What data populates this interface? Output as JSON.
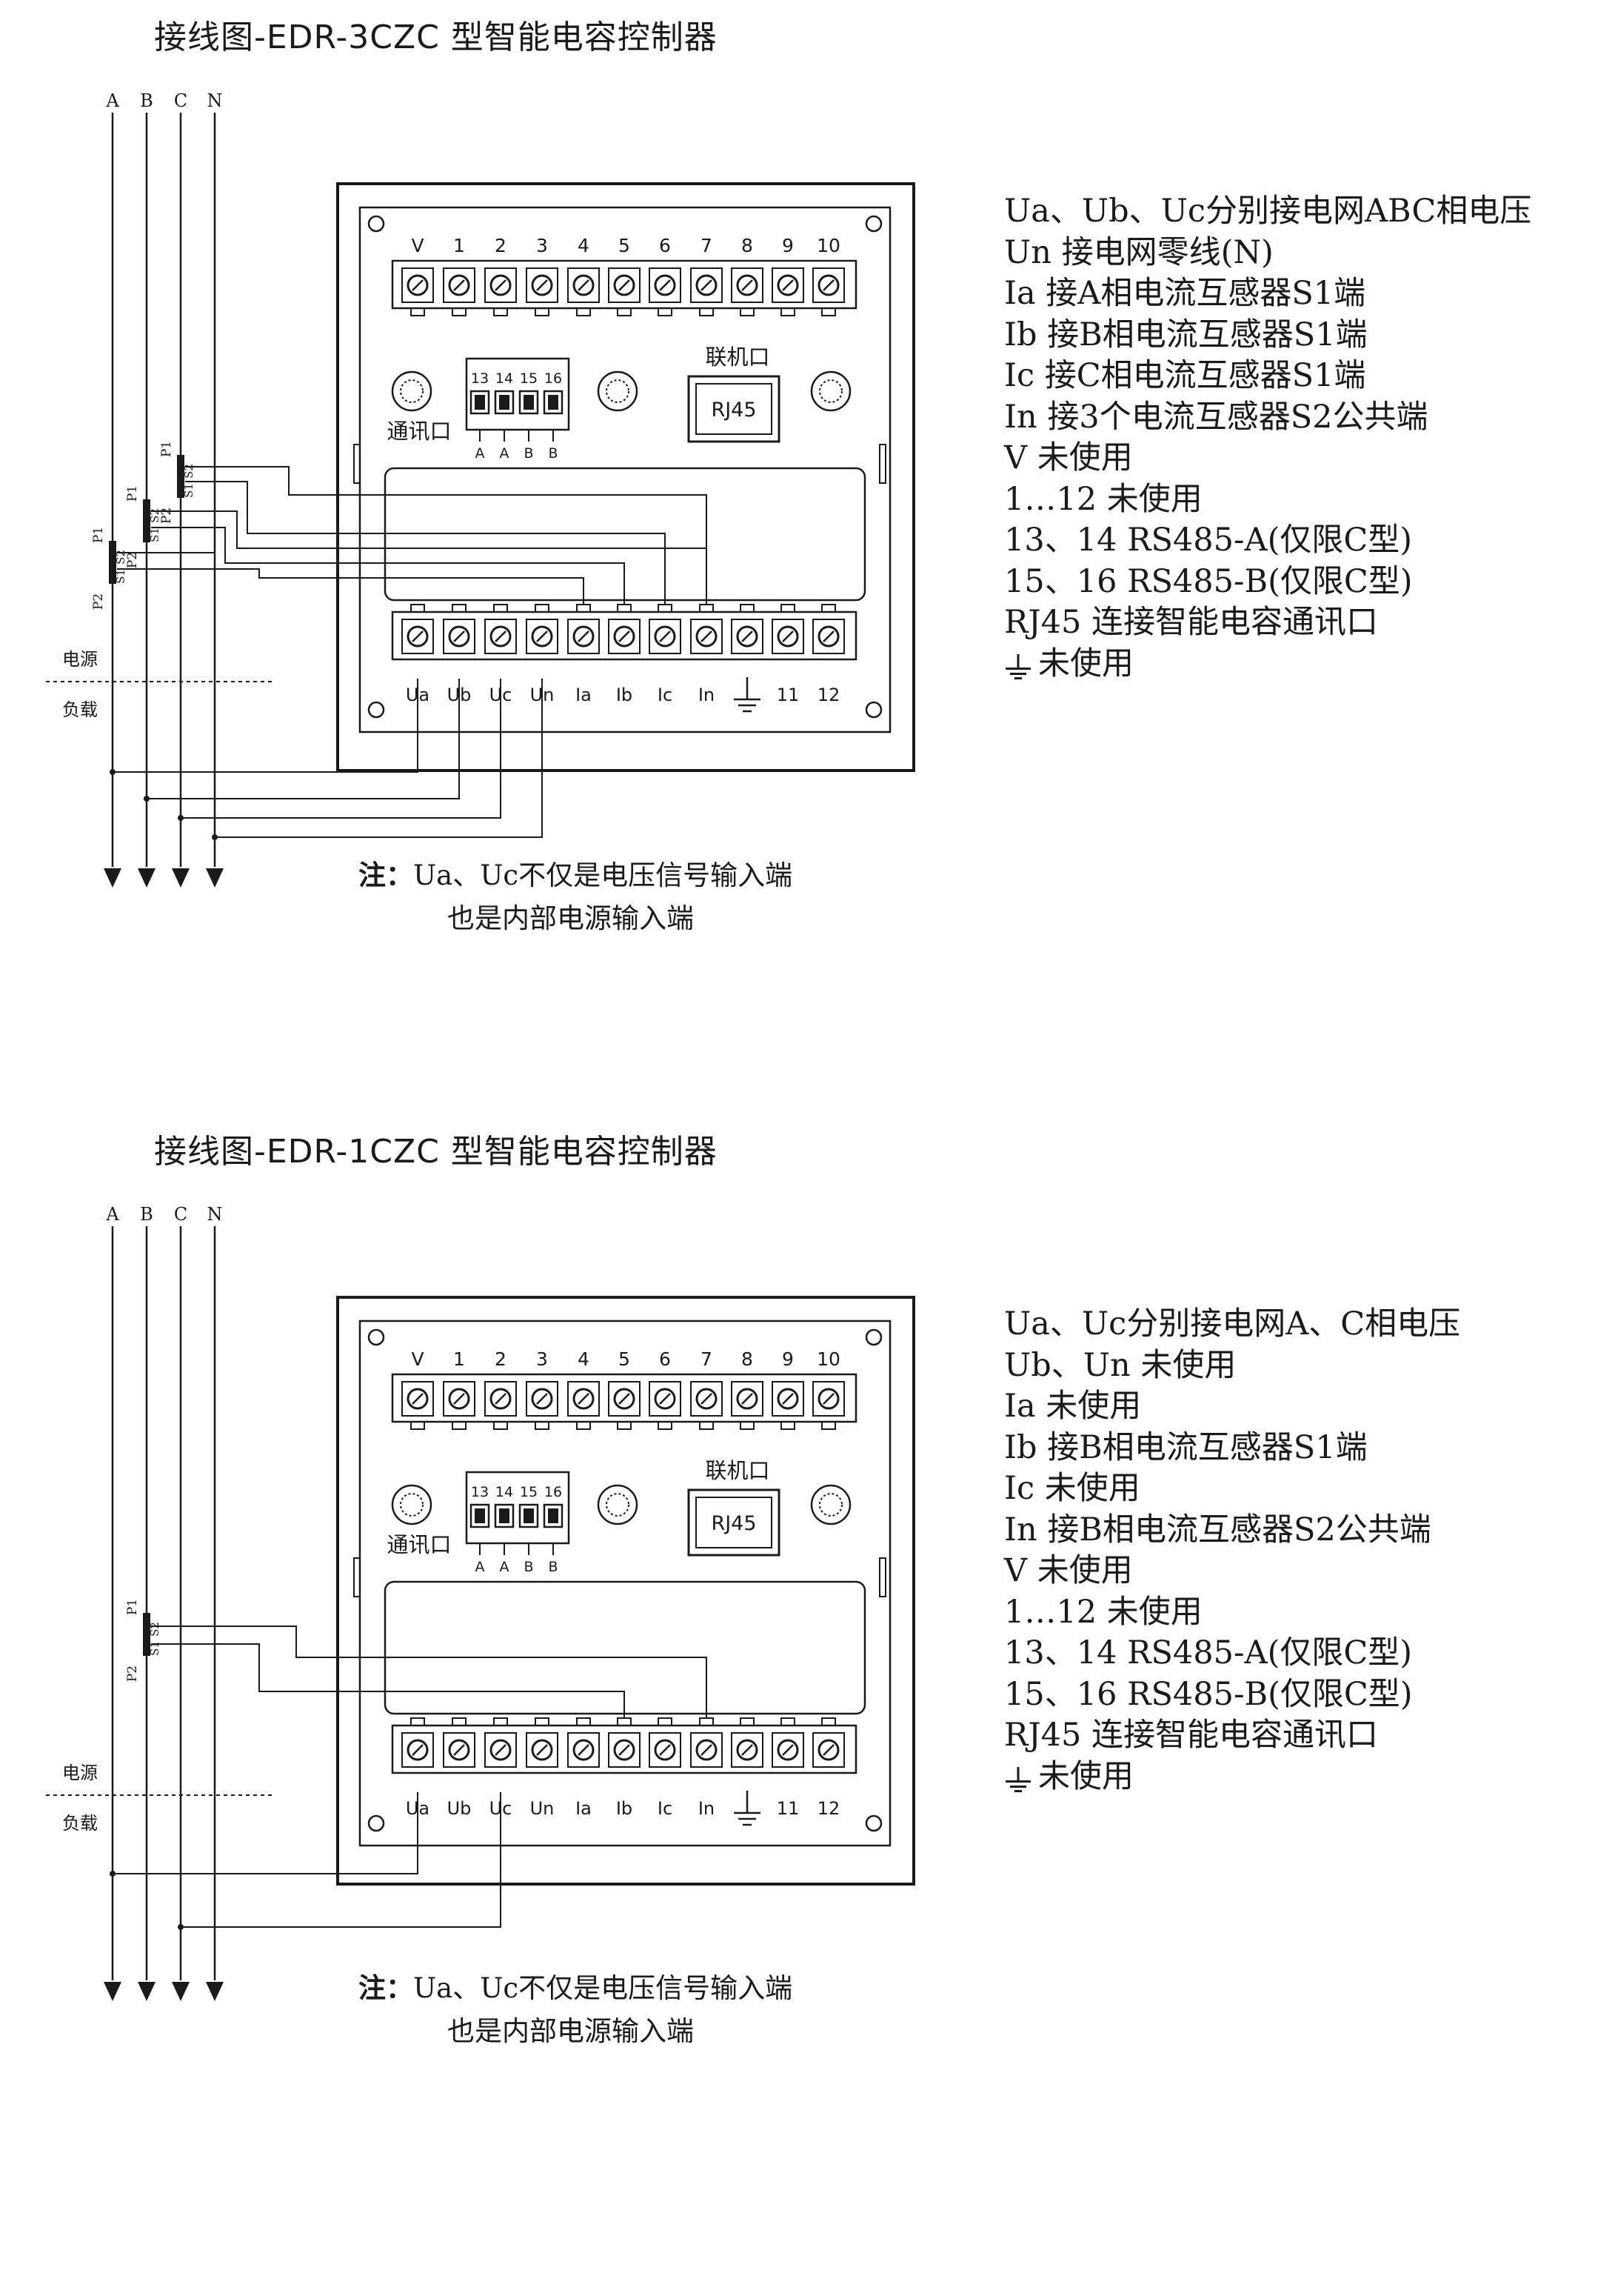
{
  "diagrams": [
    {
      "title": "接线图-EDR-3CZC 型智能电容控制器",
      "phase_labels": [
        "A",
        "B",
        "C",
        "N"
      ],
      "supply_label": "电源",
      "load_label": "负载",
      "ct_labels": {
        "p1": "P1",
        "p2": "P2",
        "s1": "S1",
        "s2": "S2"
      },
      "top_terminal_labels": [
        "V",
        "1",
        "2",
        "3",
        "4",
        "5",
        "6",
        "7",
        "8",
        "9",
        "10"
      ],
      "bottom_terminal_labels": [
        "Ua",
        "Ub",
        "Uc",
        "Un",
        "Ia",
        "Ib",
        "Ic",
        "In",
        "",
        "11",
        "12"
      ],
      "comm_port": {
        "label": "通讯口",
        "pins": [
          "13",
          "14",
          "15",
          "16"
        ],
        "pin_signals": [
          "A",
          "A",
          "B",
          "B"
        ]
      },
      "link_port": {
        "label": "联机口",
        "connector": "RJ45"
      },
      "notes": [
        "Ua、Ub、Uc分别接电网ABC相电压",
        "Un 接电网零线(N)",
        "Ia 接A相电流互感器S1端",
        "Ib 接B相电流互感器S1端",
        "Ic 接C相电流互感器S1端",
        "In 接3个电流互感器S2公共端",
        "V  未使用",
        "1…12 未使用",
        "13、14 RS485-A(仅限C型)",
        "15、16 RS485-B(仅限C型)",
        "RJ45   连接智能电容通讯口"
      ],
      "ground_note": "未使用",
      "footnote": {
        "prefix": "注：",
        "line1": "Ua、Uc不仅是电压信号输入端",
        "line2": "也是内部电源输入端"
      }
    },
    {
      "title": "接线图-EDR-1CZC 型智能电容控制器",
      "phase_labels": [
        "A",
        "B",
        "C",
        "N"
      ],
      "supply_label": "电源",
      "load_label": "负载",
      "ct_labels": {
        "p1": "P1",
        "p2": "P2",
        "s1": "S1",
        "s2": "S2"
      },
      "top_terminal_labels": [
        "V",
        "1",
        "2",
        "3",
        "4",
        "5",
        "6",
        "7",
        "8",
        "9",
        "10"
      ],
      "bottom_terminal_labels": [
        "Ua",
        "Ub",
        "Uc",
        "Un",
        "Ia",
        "Ib",
        "Ic",
        "In",
        "",
        "11",
        "12"
      ],
      "comm_port": {
        "label": "通讯口",
        "pins": [
          "13",
          "14",
          "15",
          "16"
        ],
        "pin_signals": [
          "A",
          "A",
          "B",
          "B"
        ]
      },
      "link_port": {
        "label": "联机口",
        "connector": "RJ45"
      },
      "notes": [
        "Ua、Uc分别接电网A、C相电压",
        "Ub、Un 未使用",
        "Ia 未使用",
        "Ib 接B相电流互感器S1端",
        "Ic 未使用",
        "In 接B相电流互感器S2公共端",
        "V  未使用",
        "1…12 未使用",
        "13、14 RS485-A(仅限C型)",
        "15、16 RS485-B(仅限C型)",
        "RJ45   连接智能电容通讯口"
      ],
      "ground_note": "未使用",
      "footnote": {
        "prefix": "注：",
        "line1": "Ua、Uc不仅是电压信号输入端",
        "line2": "也是内部电源输入端"
      }
    }
  ]
}
